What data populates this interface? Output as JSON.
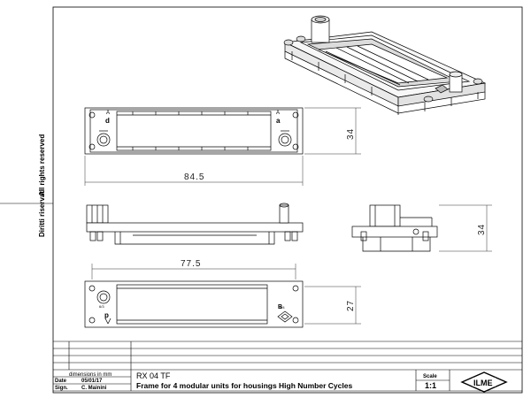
{
  "side_text": {
    "left": "Diritti riservati",
    "right": "All rights reserved"
  },
  "dimensions": {
    "width_top": "84.5",
    "height_top": "34",
    "width_bottom": "77.5",
    "height_bottom": "27",
    "height_side": "34"
  },
  "marks": {
    "a_top_left": "A",
    "d_label": "d",
    "a_top_right": "A",
    "a_label": "a",
    "p_label": "p",
    "b_label": "B",
    "small_left": "6/3",
    "small_right": "6/4"
  },
  "title_block": {
    "dim_note": "dimensions in mm",
    "date_label": "Date",
    "date_value": "05/01/17",
    "sign_label": "Sign.",
    "sign_value": "C. Mainini",
    "code": "RX 04 TF",
    "description": "Frame for 4 modular units for housings High Number Cycles",
    "scale_label": "Scale",
    "scale_value": "1:1",
    "logo": "ILME"
  }
}
